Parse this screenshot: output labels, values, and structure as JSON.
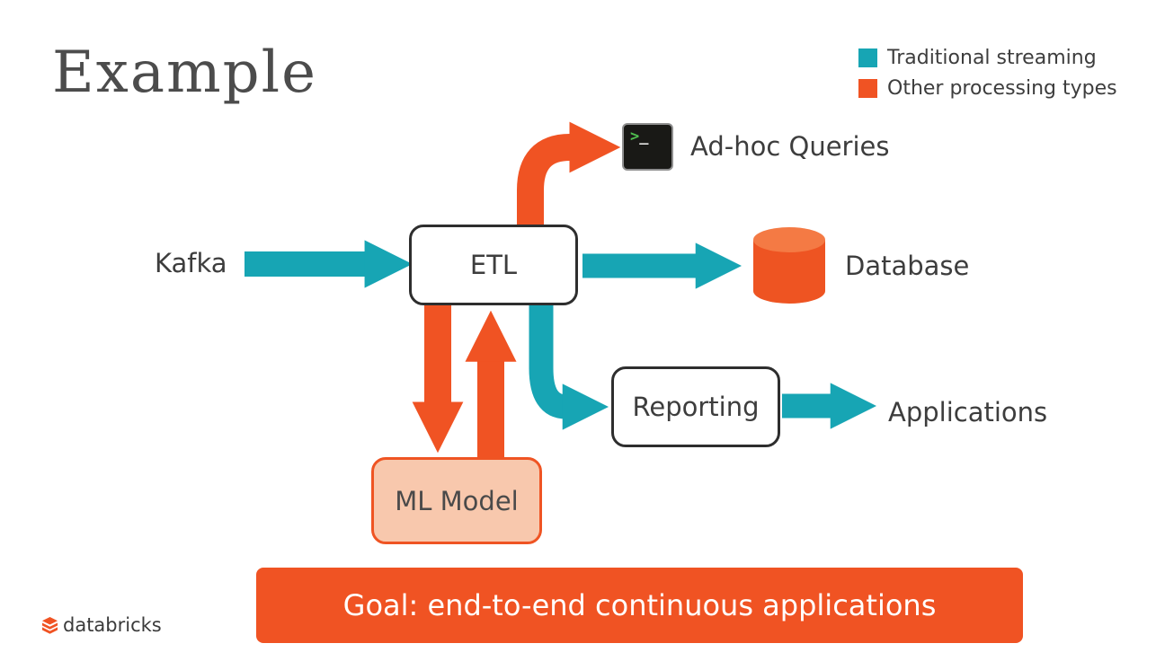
{
  "slide_title": "Example",
  "legend": {
    "items": [
      {
        "label": "Traditional streaming",
        "color": "#17a5b4",
        "type": "traditional-streaming"
      },
      {
        "label": "Other processing types",
        "color": "#f05323",
        "type": "other-processing"
      }
    ]
  },
  "nodes": {
    "kafka": {
      "label": "Kafka"
    },
    "etl": {
      "label": "ETL"
    },
    "adhoc": {
      "label": "Ad-hoc Queries"
    },
    "database": {
      "label": "Database"
    },
    "reporting": {
      "label": "Reporting"
    },
    "applications": {
      "label": "Applications"
    },
    "ml_model": {
      "label": "ML Model"
    }
  },
  "edges": [
    {
      "from": "Kafka",
      "to": "ETL",
      "type": "traditional-streaming"
    },
    {
      "from": "ETL",
      "to": "Ad-hoc Queries",
      "type": "other-processing"
    },
    {
      "from": "ETL",
      "to": "Database",
      "type": "traditional-streaming"
    },
    {
      "from": "ETL",
      "to": "Reporting",
      "type": "traditional-streaming"
    },
    {
      "from": "Reporting",
      "to": "Applications",
      "type": "traditional-streaming"
    },
    {
      "from": "ETL",
      "to": "ML Model",
      "type": "other-processing"
    },
    {
      "from": "ML Model",
      "to": "ETL",
      "type": "other-processing"
    }
  ],
  "terminal_icon": {
    "prompt": ">",
    "cursor": "_"
  },
  "banner": {
    "text": "Goal: end-to-end continuous applications",
    "background": "#f05323"
  },
  "footer": {
    "brand": "databricks"
  },
  "colors": {
    "teal": "#17a5b4",
    "orange": "#f05323",
    "ml_box_fill": "#f8c8ad",
    "text": "#3d3d3d"
  }
}
